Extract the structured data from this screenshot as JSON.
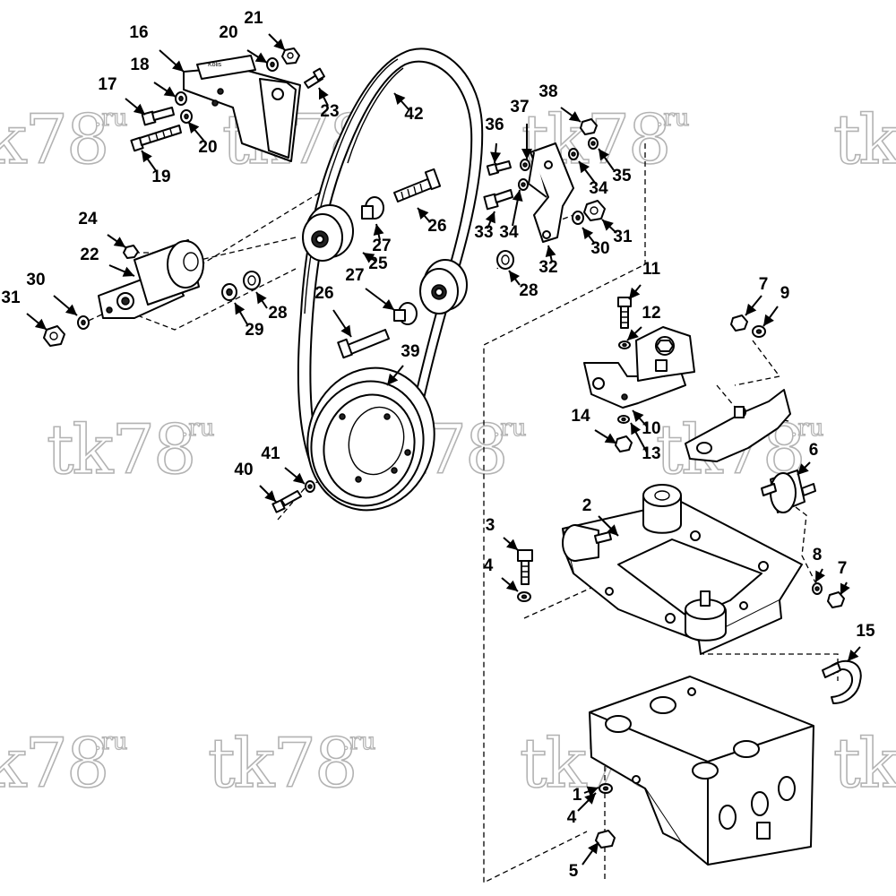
{
  "watermark": {
    "main": "tk78",
    "suffix": ".ru"
  },
  "callouts": [
    {
      "label": "1"
    },
    {
      "label": "2"
    },
    {
      "label": "3"
    },
    {
      "label": "4"
    },
    {
      "label": "4"
    },
    {
      "label": "5"
    },
    {
      "label": "6"
    },
    {
      "label": "7"
    },
    {
      "label": "7"
    },
    {
      "label": "8"
    },
    {
      "label": "9"
    },
    {
      "label": "10"
    },
    {
      "label": "11"
    },
    {
      "label": "12"
    },
    {
      "label": "13"
    },
    {
      "label": "14"
    },
    {
      "label": "15"
    },
    {
      "label": "16"
    },
    {
      "label": "17"
    },
    {
      "label": "18"
    },
    {
      "label": "19"
    },
    {
      "label": "20"
    },
    {
      "label": "20"
    },
    {
      "label": "21"
    },
    {
      "label": "22"
    },
    {
      "label": "23"
    },
    {
      "label": "24"
    },
    {
      "label": "25"
    },
    {
      "label": "26"
    },
    {
      "label": "26"
    },
    {
      "label": "27"
    },
    {
      "label": "27"
    },
    {
      "label": "28"
    },
    {
      "label": "28"
    },
    {
      "label": "29"
    },
    {
      "label": "30"
    },
    {
      "label": "30"
    },
    {
      "label": "31"
    },
    {
      "label": "31"
    },
    {
      "label": "32"
    },
    {
      "label": "33"
    },
    {
      "label": "34"
    },
    {
      "label": "34"
    },
    {
      "label": "35"
    },
    {
      "label": "36"
    },
    {
      "label": "37"
    },
    {
      "label": "38"
    },
    {
      "label": "39"
    },
    {
      "label": "40"
    },
    {
      "label": "41"
    },
    {
      "label": "42"
    }
  ],
  "colors": {
    "ink": "#000000",
    "paper": "#ffffff",
    "watermark": "#b3b3b3"
  }
}
